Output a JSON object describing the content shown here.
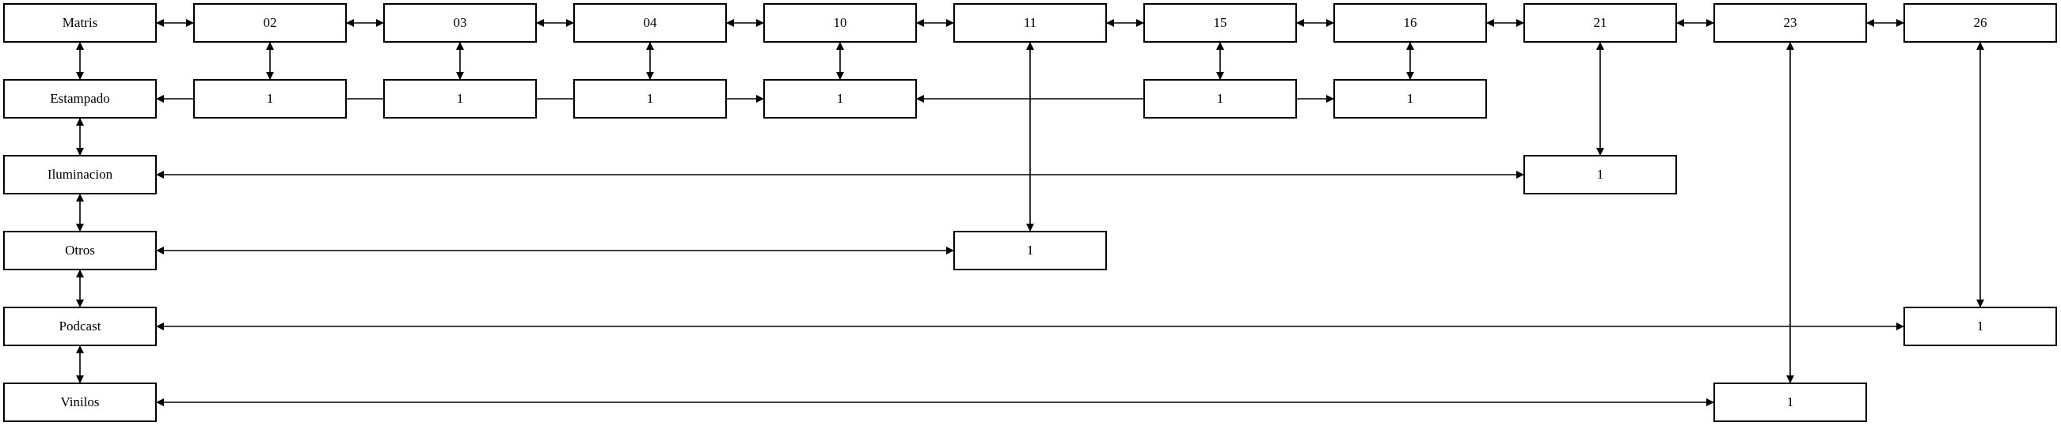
{
  "nodes": [
    {
      "id": "matris",
      "label": "Matris"
    },
    {
      "id": "c02",
      "label": "02"
    },
    {
      "id": "c03",
      "label": "03"
    },
    {
      "id": "c04",
      "label": "04"
    },
    {
      "id": "c10",
      "label": "10"
    },
    {
      "id": "c11",
      "label": "11"
    },
    {
      "id": "c15",
      "label": "15"
    },
    {
      "id": "c16",
      "label": "16"
    },
    {
      "id": "c21",
      "label": "21"
    },
    {
      "id": "c23",
      "label": "23"
    },
    {
      "id": "c26",
      "label": "26"
    },
    {
      "id": "estampado",
      "label": "Estampado"
    },
    {
      "id": "iluminacion",
      "label": "Iluminacion"
    },
    {
      "id": "otros",
      "label": "Otros"
    },
    {
      "id": "podcast",
      "label": "Podcast"
    },
    {
      "id": "vinilos",
      "label": "Vinilos"
    },
    {
      "id": "e02",
      "label": "1"
    },
    {
      "id": "e03",
      "label": "1"
    },
    {
      "id": "e04",
      "label": "1"
    },
    {
      "id": "e10",
      "label": "1"
    },
    {
      "id": "e15",
      "label": "1"
    },
    {
      "id": "e16",
      "label": "1"
    },
    {
      "id": "i21",
      "label": "1"
    },
    {
      "id": "o11",
      "label": "1"
    },
    {
      "id": "p26",
      "label": "1"
    },
    {
      "id": "v23",
      "label": "1"
    }
  ],
  "edges": [
    {
      "from": "matris",
      "to": "c02",
      "dir": "both"
    },
    {
      "from": "c02",
      "to": "c03",
      "dir": "both"
    },
    {
      "from": "c03",
      "to": "c04",
      "dir": "both"
    },
    {
      "from": "c04",
      "to": "c10",
      "dir": "both"
    },
    {
      "from": "c10",
      "to": "c11",
      "dir": "both"
    },
    {
      "from": "c11",
      "to": "c15",
      "dir": "both"
    },
    {
      "from": "c15",
      "to": "c16",
      "dir": "both"
    },
    {
      "from": "c16",
      "to": "c21",
      "dir": "both"
    },
    {
      "from": "c21",
      "to": "c23",
      "dir": "both"
    },
    {
      "from": "c23",
      "to": "c26",
      "dir": "both"
    },
    {
      "from": "matris",
      "to": "estampado",
      "dir": "both"
    },
    {
      "from": "estampado",
      "to": "iluminacion",
      "dir": "both"
    },
    {
      "from": "iluminacion",
      "to": "otros",
      "dir": "both"
    },
    {
      "from": "otros",
      "to": "podcast",
      "dir": "both"
    },
    {
      "from": "podcast",
      "to": "vinilos",
      "dir": "both"
    },
    {
      "from": "c02",
      "to": "e02",
      "dir": "both"
    },
    {
      "from": "c03",
      "to": "e03",
      "dir": "both"
    },
    {
      "from": "c04",
      "to": "e04",
      "dir": "both"
    },
    {
      "from": "c10",
      "to": "e10",
      "dir": "both"
    },
    {
      "from": "c15",
      "to": "e15",
      "dir": "both"
    },
    {
      "from": "c16",
      "to": "e16",
      "dir": "both"
    },
    {
      "from": "estampado",
      "to": "e10",
      "dir": "both"
    },
    {
      "from": "e10",
      "to": "e16",
      "dir": "both"
    },
    {
      "from": "c21",
      "to": "i21",
      "dir": "both"
    },
    {
      "from": "iluminacion",
      "to": "i21",
      "dir": "both"
    },
    {
      "from": "c11",
      "to": "o11",
      "dir": "both"
    },
    {
      "from": "otros",
      "to": "o11",
      "dir": "both"
    },
    {
      "from": "c26",
      "to": "p26",
      "dir": "both"
    },
    {
      "from": "podcast",
      "to": "p26",
      "dir": "both"
    },
    {
      "from": "c23",
      "to": "v23",
      "dir": "both"
    },
    {
      "from": "vinilos",
      "to": "v23",
      "dir": "both"
    }
  ]
}
